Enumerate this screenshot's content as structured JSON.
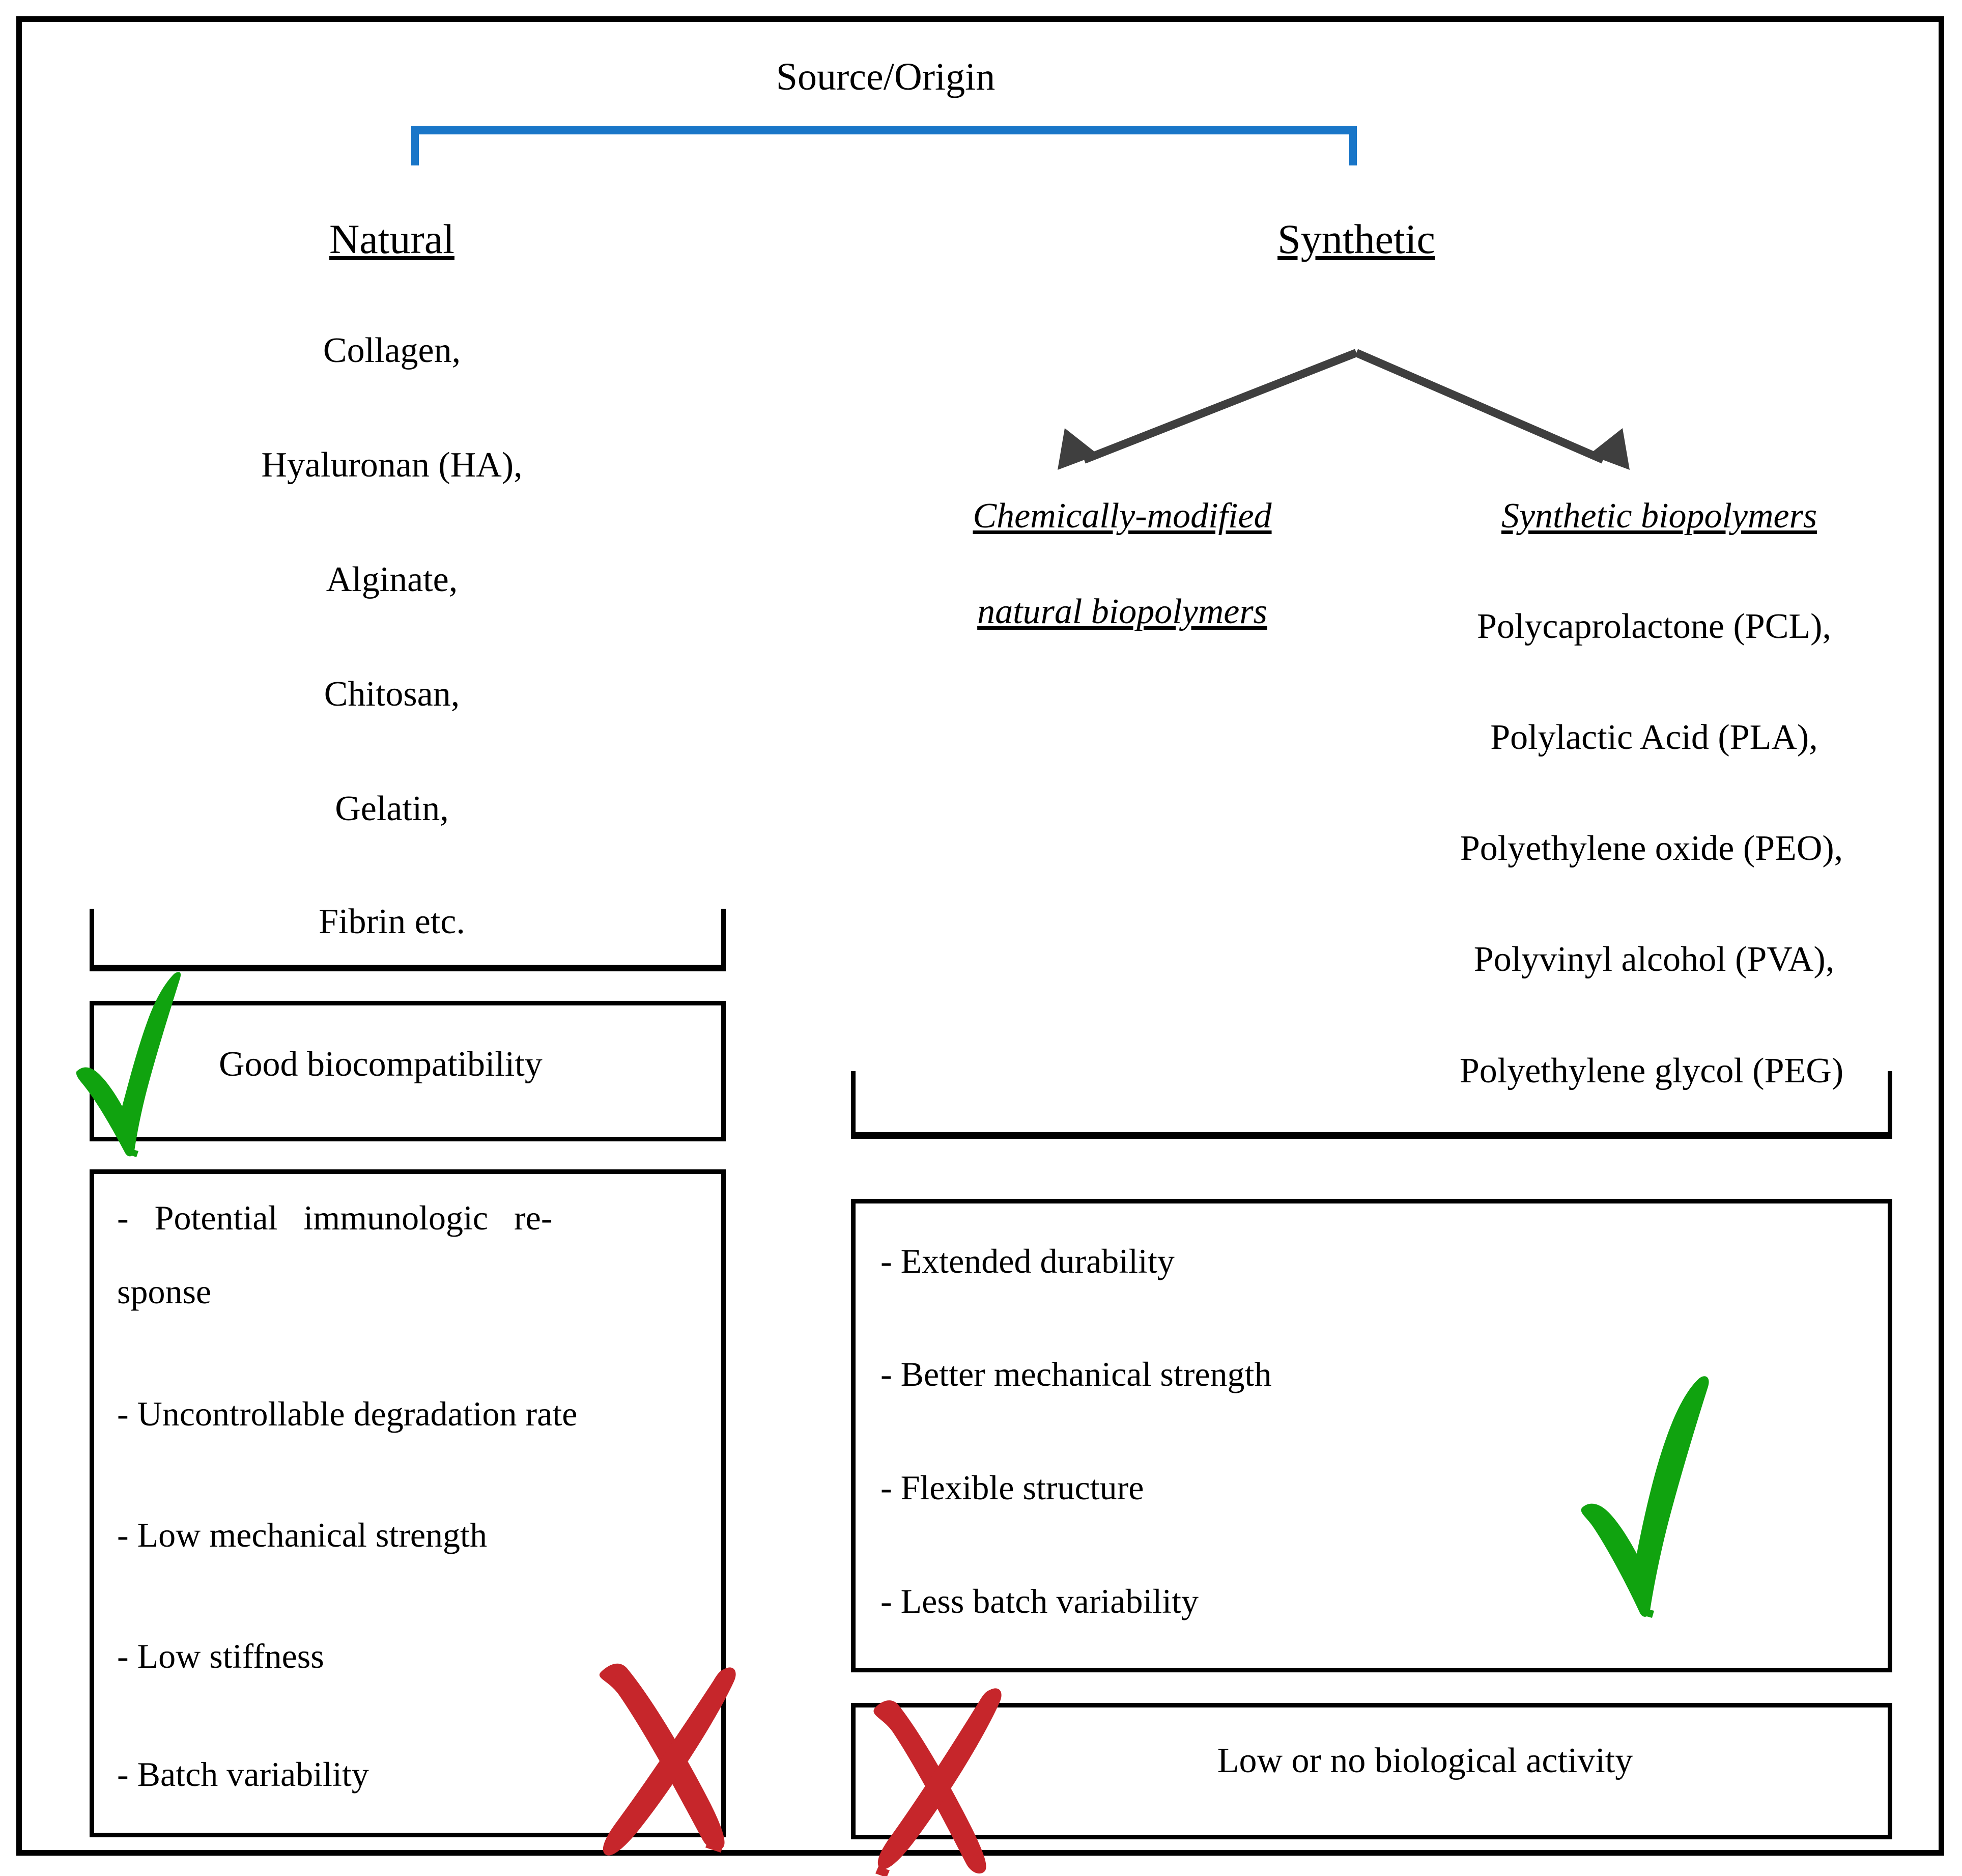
{
  "diagram": {
    "root_label": "Source/Origin",
    "accent_color": "#1976C8",
    "arrow_color": "#3F3F3F",
    "check_color": "#10A30F",
    "cross_color": "#C6262B",
    "branches": {
      "natural": {
        "heading": "Natural",
        "materials": [
          "Collagen,",
          "Hyaluronan (HA),",
          "Alginate,",
          "Chitosan,",
          "Gelatin,",
          "Fibrin etc."
        ],
        "advantage_box": {
          "icon": "green-check",
          "text": "Good biocompatibility"
        },
        "drawback_box": {
          "icon": "red-cross",
          "items": [
            "-   Potential   immunologic   re-",
            "sponse",
            "- Uncontrollable degradation rate",
            "- Low mechanical strength",
            "- Low stiffness",
            "- Batch variability"
          ]
        }
      },
      "synthetic": {
        "heading": "Synthetic",
        "sub_branches": [
          {
            "key": "chemically-modified",
            "heading_line_1": "Chemically-modified",
            "heading_line_2": "natural biopolymers",
            "materials": []
          },
          {
            "key": "synthetic-biopolymers",
            "heading_line_1": "Synthetic biopolymers",
            "heading_line_2": "",
            "materials": [
              "Polycaprolactone (PCL),",
              "Polylactic Acid (PLA),",
              "Polyethylene oxide (PEO),",
              "Polyvinyl alcohol (PVA),",
              "Polyethylene glycol (PEG)"
            ]
          }
        ],
        "advantage_box": {
          "icon": "green-check",
          "items": [
            "- Extended durability",
            "- Better mechanical strength",
            "- Flexible structure",
            "- Less batch variability"
          ]
        },
        "drawback_box": {
          "icon": "red-cross",
          "text": "Low or no biological activity"
        }
      }
    }
  }
}
